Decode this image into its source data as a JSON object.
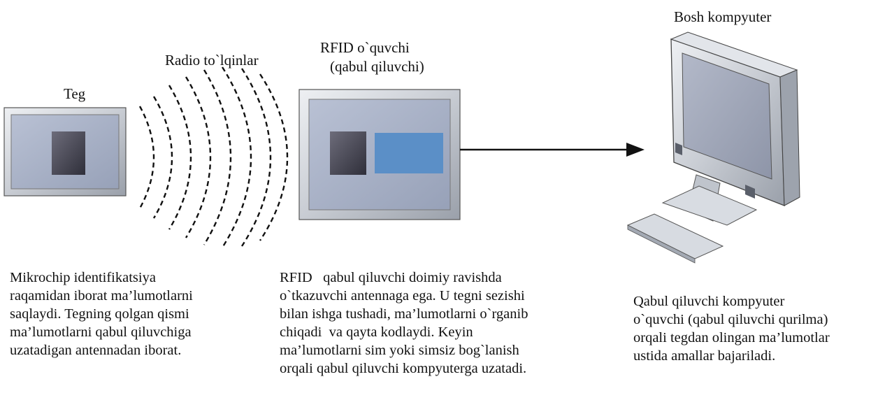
{
  "labels": {
    "tag": "Teg",
    "radio_waves": "Radio to`lqinlar",
    "reader_line1": "RFID o`quvchi",
    "reader_line2": "(qabul qiluvchi)",
    "computer": "Bosh kompyuter"
  },
  "descriptions": {
    "tag": [
      "Mikrochip identifikatsiya",
      "raqamidan iborat ma’lumotlarni",
      "saqlaydi. Tegning qolgan qismi",
      "ma’lumotlarni qabul qiluvchiga",
      "uzatadigan antennadan iborat."
    ],
    "reader": [
      "RFID   qabul qiluvchi doimiy ravishda",
      "o`tkazuvchi antennaga ega. U tegni sezishi",
      "bilan ishga tushadi, ma’lumotlarni o`rganib",
      "chiqadi  va qayta kodlaydi. Keyin",
      "ma’lumotlarni sim yoki simsiz bog`lanish",
      "orqali qabul qiluvchi kompyuterga uzatadi."
    ],
    "computer": [
      "Qabul qiluvchi kompyuter",
      "o`quvchi (qabul qiluvchi qurilma)",
      "orqali tegdan olingan ma’lumotlar",
      "ustida amallar bajariladi."
    ]
  },
  "colors": {
    "frame": "#c9cdd4",
    "panel": "#a5aec4",
    "chip": "#4a4a58",
    "reader_window": "#5b8fc7",
    "screen": "#9fa6b8",
    "arrow": "#111111"
  }
}
